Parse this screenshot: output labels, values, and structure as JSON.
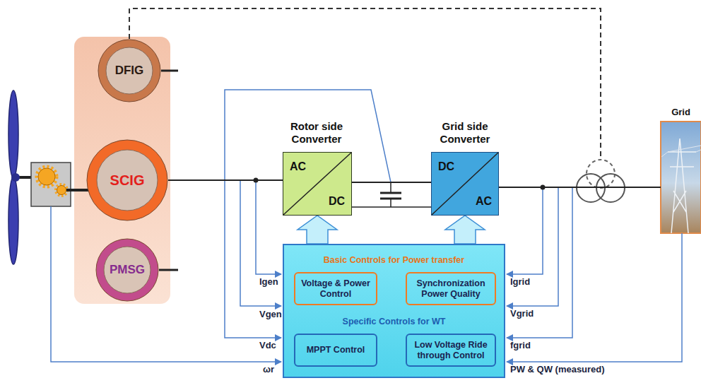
{
  "diagram": {
    "nodes": [
      {
        "text": [
          "DFIG"
        ]
      },
      {
        "text": [
          "SCIG"
        ]
      },
      {
        "text": [
          "PMSG"
        ]
      },
      {
        "text": [
          "Rotor side Converter",
          "AC",
          "DC"
        ]
      },
      {
        "text": [
          "Grid side Converter",
          "DC",
          "AC"
        ]
      },
      {
        "text": [
          "Grid"
        ]
      },
      {
        "text": [
          "Basic Controls for Power transfer",
          "Specific Controls for WT"
        ]
      },
      {
        "text": [
          "Voltage & Power Control"
        ],
        "in": 6
      },
      {
        "text": [
          "Synchronization Power Quality"
        ],
        "in": 6
      },
      {
        "text": [
          "MPPT Control"
        ],
        "in": 6
      },
      {
        "text": [
          "Low Voltage Ride through Control"
        ],
        "in": 6
      }
    ],
    "edges": [
      {
        "from": 1,
        "to": 3,
        "arrow": "none"
      },
      {
        "from": 3,
        "to": 4,
        "arrow": "none"
      },
      {
        "from": 4,
        "to": 5,
        "arrow": "none"
      },
      {
        "from": 6,
        "to": 3,
        "arrow": "to"
      },
      {
        "from": 6,
        "to": 4,
        "arrow": "to"
      }
    ],
    "labels": [
      "Igen",
      "Vgen",
      "Vdc",
      "ωr",
      "Igrid",
      "Vgrid",
      "fgrid",
      "PW & QW (measured)"
    ]
  }
}
